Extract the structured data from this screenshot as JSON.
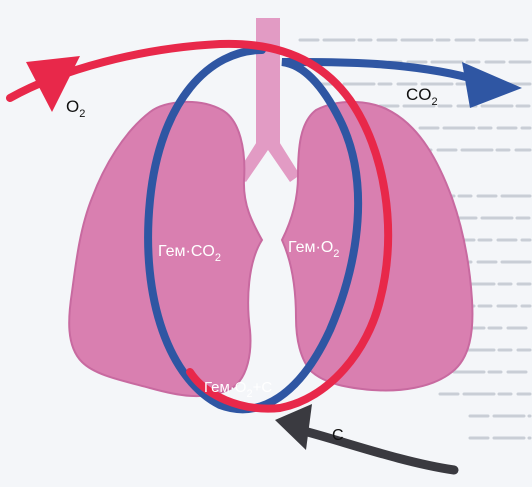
{
  "labels": {
    "o2_in": {
      "base": "O",
      "sub": "2"
    },
    "co2_out": {
      "base": "CO",
      "sub": "2"
    },
    "hem_co2": {
      "base": "Гем·CO",
      "sub": "2"
    },
    "hem_o2": {
      "base": "Гем·O",
      "sub": "2"
    },
    "hem_o2_c": {
      "base": "Гем·O",
      "sub": "2",
      "tail": "+C"
    },
    "c_in": "C"
  },
  "colors": {
    "background": "#f4f6f9",
    "lung": "#d97fb0",
    "lung_dark": "#c86aa0",
    "trachea": "#e29bc4",
    "red_loop": "#e8284a",
    "blue_loop": "#2f56a3",
    "dark_arrow": "#3a3a40",
    "bg_text": "#c9ced6"
  },
  "icons": [
    "lungs-illustration",
    "trachea",
    "red-oxygen-arrow",
    "blue-co2-arrow",
    "dark-c-arrow"
  ]
}
